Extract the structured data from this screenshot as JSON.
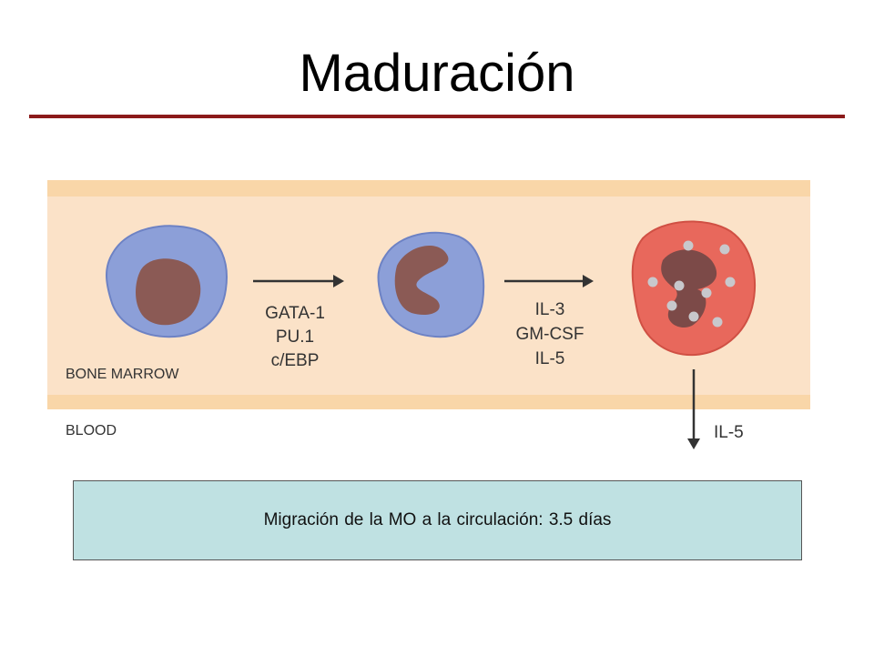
{
  "slide": {
    "title": "Maduración"
  },
  "diagram": {
    "compartment_top": "BONE MARROW",
    "compartment_bottom": "BLOOD",
    "step1_factors": [
      "GATA-1",
      "PU.1",
      "c/EBP"
    ],
    "step2_factors": [
      "IL-3",
      "GM-CSF",
      "IL-5"
    ],
    "migration_factor": "IL-5",
    "colors": {
      "marrow_band": "#fbe2c8",
      "marrow_border": "#f9d6a8",
      "blast_cytoplasm": "#8c9fd8",
      "nucleus": "#8b5a55",
      "eosinophil_cytoplasm": "#e8685c",
      "eosinophil_nucleus": "#7c4a48",
      "granule": "#c8c8cc",
      "arrow": "#333333"
    }
  },
  "caption": {
    "text": "Migración de la MO a la circulación: 3.5 días"
  }
}
